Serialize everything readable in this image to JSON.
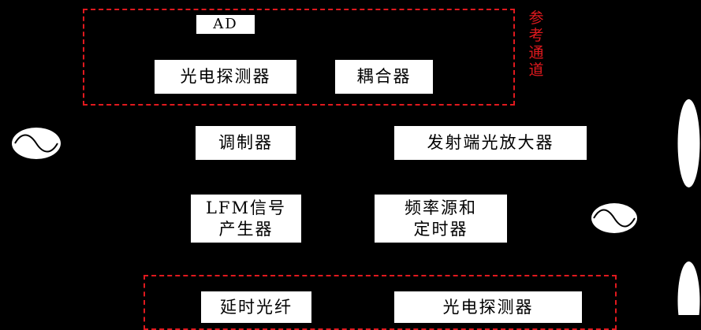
{
  "reference_channel": {
    "label_chars": [
      "参",
      "考",
      "通",
      "道"
    ],
    "border_color": "#e0191e"
  },
  "blocks": {
    "ad": "AD",
    "photodetector_top": "光电探测器",
    "coupler": "耦合器",
    "modulator": "调制器",
    "tx_optical_amp": "发射端光放大器",
    "lfm_line1": "LFM信号",
    "lfm_line2": "产生器",
    "freq_line1": "频率源和",
    "freq_line2": "定时器",
    "delay_fiber": "延时光纤",
    "photodetector_bottom": "光电探测器"
  },
  "icons": {
    "left_oscillator": "sine-wave-icon",
    "right_oscillator": "sine-wave-icon",
    "right_lens_top": "lens-icon",
    "right_lens_bottom": "lens-icon"
  }
}
